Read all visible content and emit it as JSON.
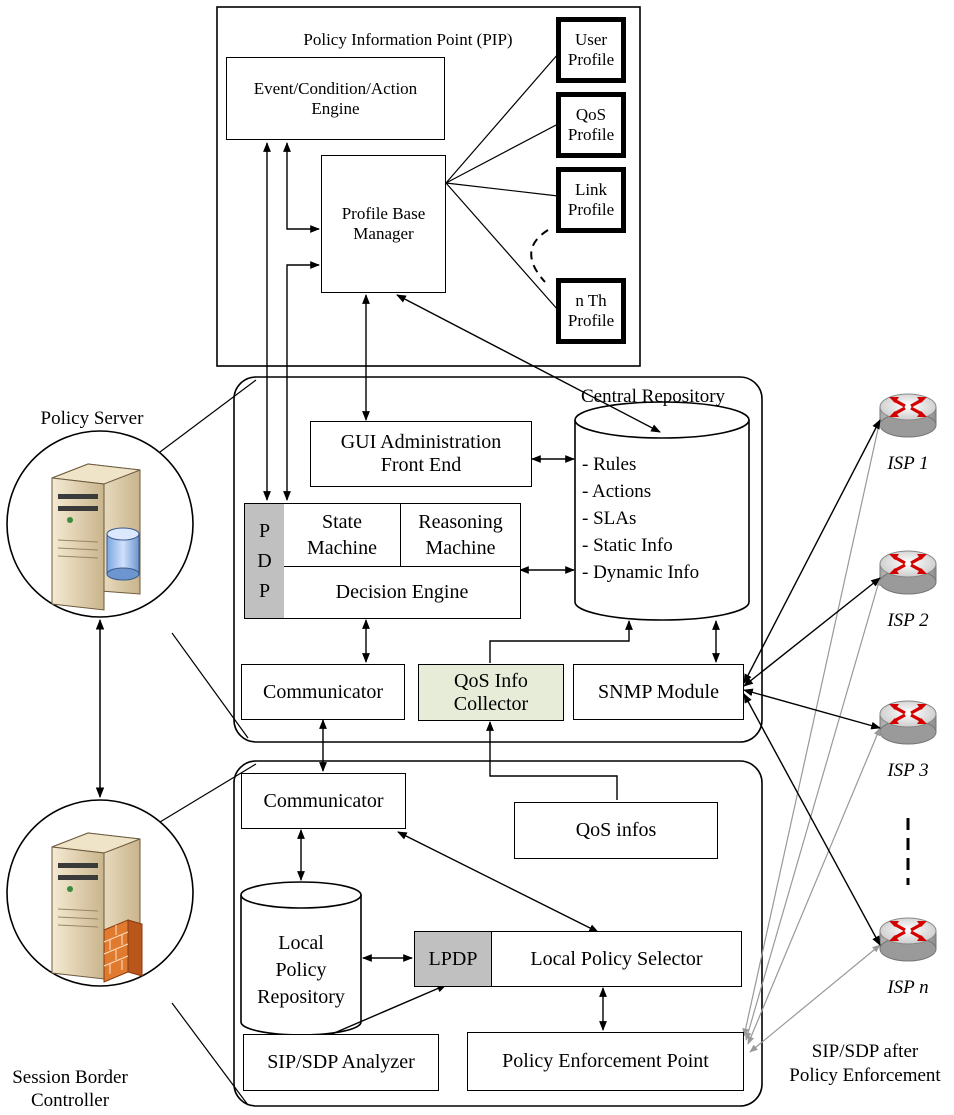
{
  "pip": {
    "title": "Policy Information Point (PIP)",
    "eca_engine": [
      "Event/Condition/Action",
      "Engine"
    ],
    "profile_base_manager": [
      "Profile Base",
      "Manager"
    ],
    "profiles": [
      [
        "User",
        "Profile"
      ],
      [
        "QoS",
        "Profile"
      ],
      [
        "Link",
        "Profile"
      ],
      [
        "n Th",
        "Profile"
      ]
    ]
  },
  "policy_server": {
    "label": "Policy Server",
    "central_repository": "Central Repository",
    "repository_items": [
      "- Rules",
      "- Actions",
      "- SLAs",
      "- Static Info",
      "- Dynamic Info"
    ],
    "gui_admin": [
      "GUI Administration",
      "Front End"
    ],
    "pdp_letters": [
      "P",
      "D",
      "P"
    ],
    "state_machine": [
      "State",
      "Machine"
    ],
    "reasoning_machine": [
      "Reasoning",
      "Machine"
    ],
    "decision_engine": "Decision Engine",
    "communicator": "Communicator",
    "qos_info_collector": [
      "QoS Info",
      "Collector"
    ],
    "snmp_module": "SNMP Module",
    "colors": {
      "pdp_fill": "#c0c0c0",
      "qos_collector_fill": "#e6ecd8"
    }
  },
  "sbc": {
    "label": [
      "Session Border",
      "Controller"
    ],
    "communicator": "Communicator",
    "qos_infos": "QoS infos",
    "local_policy_repository": [
      "Local",
      "Policy",
      "Repository"
    ],
    "lpdp": "LPDP",
    "local_policy_selector": "Local Policy Selector",
    "sip_sdp_analyzer": "SIP/SDP Analyzer",
    "policy_enforcement_point": "Policy Enforcement Point",
    "colors": {
      "lpdp_fill": "#c0c0c0"
    }
  },
  "isps": {
    "routers": [
      {
        "prefix": "ISP",
        "index": "1"
      },
      {
        "prefix": "ISP",
        "index": "2"
      },
      {
        "prefix": "ISP",
        "index": "3"
      },
      {
        "prefix": "ISP",
        "index": "n"
      }
    ],
    "sip_label": [
      "SIP/SDP after",
      "Policy Enforcement"
    ],
    "colors": {
      "router_arrows": "#999999"
    }
  }
}
